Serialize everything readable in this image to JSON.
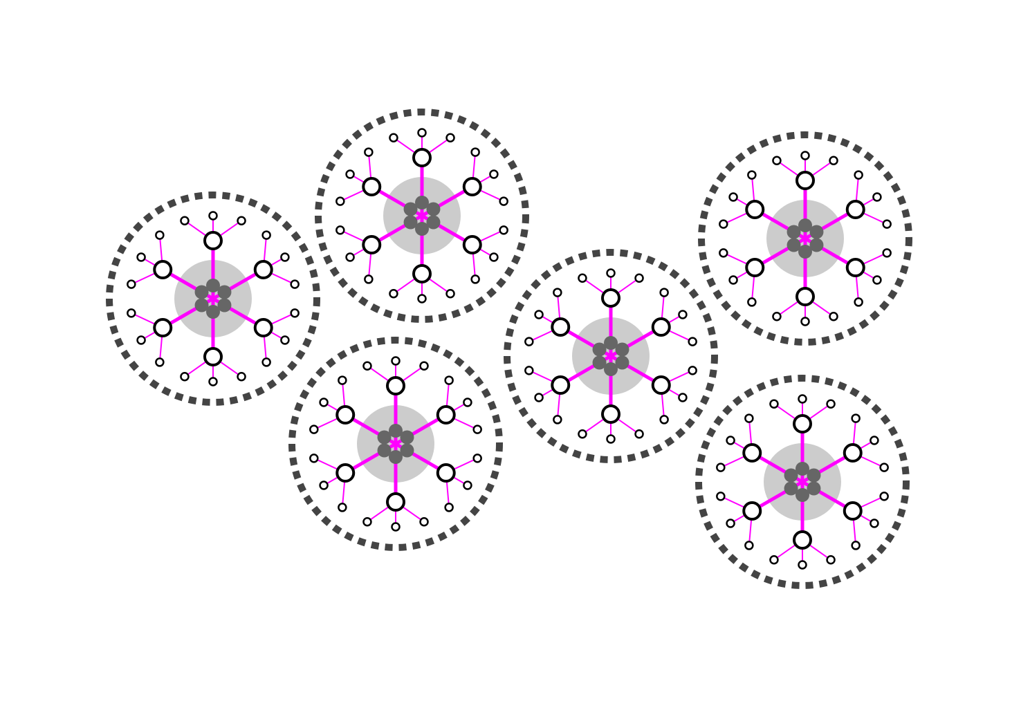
{
  "diagram": {
    "description_text": "",
    "colors": {
      "background": "#ffffff",
      "boundary": "#444444",
      "arm": "#ff00ff",
      "node_stroke": "#000000",
      "node_fill": "#ffffff",
      "core_halo": "#cccccc",
      "core_bead": "#666666"
    },
    "structure": {
      "arms_per_cluster": 6,
      "beads_per_core": 6,
      "leaves_per_arm": 3,
      "boundary_style": "dashed"
    },
    "clusters": [
      {
        "id": "cluster-1"
      },
      {
        "id": "cluster-2"
      },
      {
        "id": "cluster-3"
      },
      {
        "id": "cluster-4"
      },
      {
        "id": "cluster-5"
      },
      {
        "id": "cluster-6"
      }
    ]
  }
}
